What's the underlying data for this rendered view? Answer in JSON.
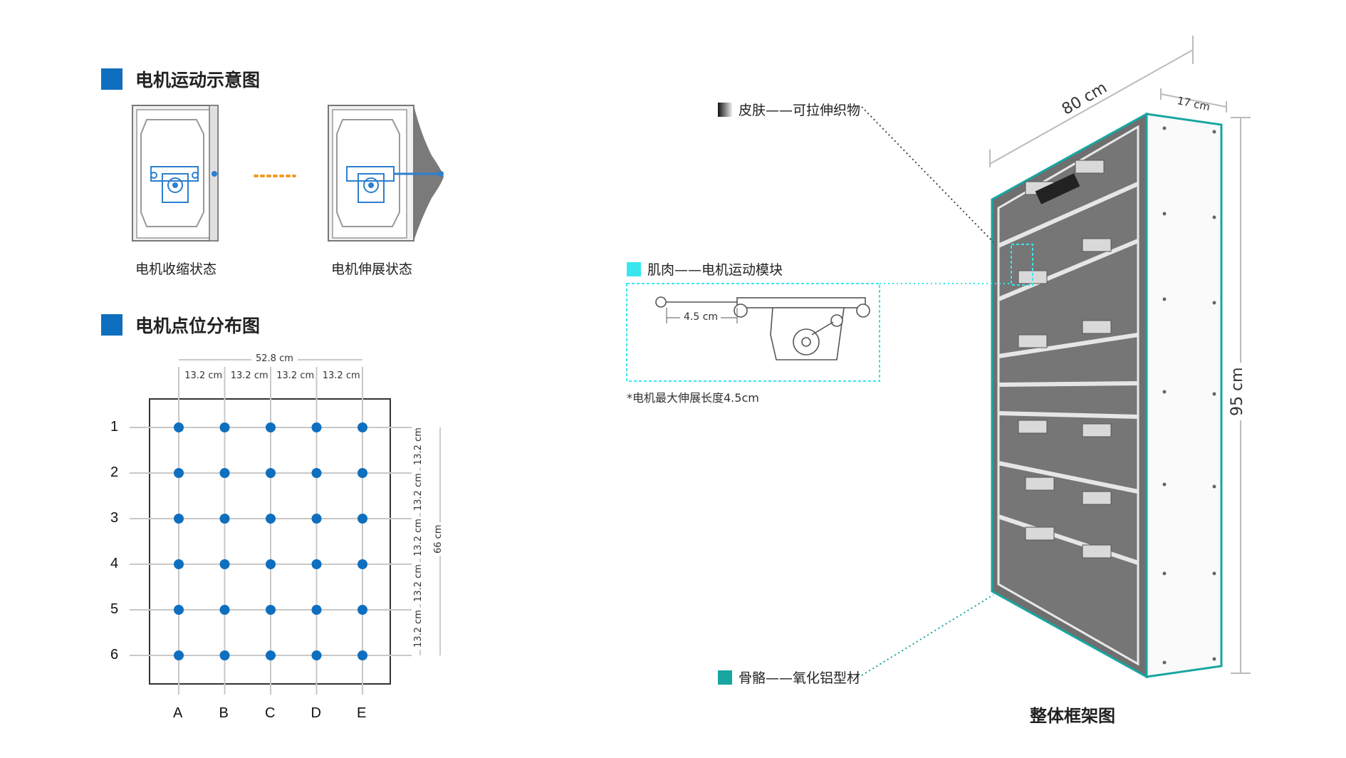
{
  "sections": {
    "motion": {
      "title": "电机运动示意图",
      "state_retract": "电机收缩状态",
      "state_extend": "电机伸展状态"
    },
    "layout": {
      "title": "电机点位分布图"
    }
  },
  "grid": {
    "total_width": "52.8 cm",
    "col_spacing": [
      "13.2 cm",
      "13.2 cm",
      "13.2 cm",
      "13.2 cm"
    ],
    "row_spacing": [
      "13.2 cm",
      "13.2 cm",
      "13.2 cm",
      "13.2 cm",
      "13.2 cm"
    ],
    "total_height": "66 cm",
    "rows": [
      "1",
      "2",
      "3",
      "4",
      "5",
      "6"
    ],
    "cols": [
      "A",
      "B",
      "C",
      "D",
      "E"
    ],
    "dot_color": "#0e6fbf"
  },
  "frame": {
    "skin_label": "皮肤——可拉伸织物",
    "muscle_label": "肌肉——电机运动模块",
    "bone_label": "骨骼——氧化铝型材",
    "motor_ext": "4.5 cm",
    "note": "*电机最大伸展长度4.5cm",
    "width": "80 cm",
    "depth": "17 cm",
    "height": "95 cm",
    "title": "整体框架图",
    "muscle_color": "#39e6ee",
    "bone_color": "#17a6a0"
  }
}
